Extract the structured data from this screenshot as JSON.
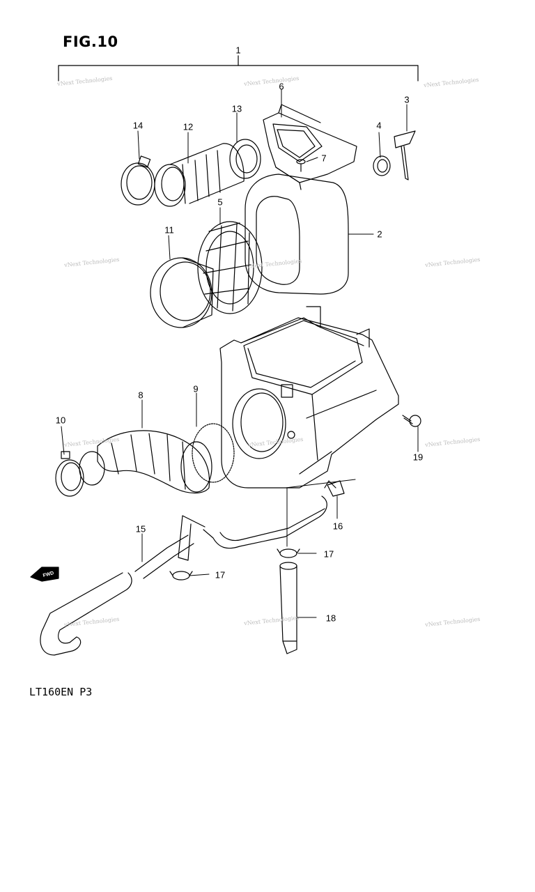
{
  "figure": {
    "title": "FIG.10",
    "model_code": "LT160EN P3"
  },
  "watermark": {
    "text": "vNext Technologies",
    "color": "#bbbbbb"
  },
  "callouts": [
    "1",
    "2",
    "3",
    "4",
    "5",
    "6",
    "7",
    "8",
    "9",
    "10",
    "11",
    "12",
    "13",
    "14",
    "15",
    "16",
    "17",
    "17",
    "18",
    "19"
  ],
  "direction_marker": {
    "label": "FWD"
  },
  "line_color": "#000000"
}
